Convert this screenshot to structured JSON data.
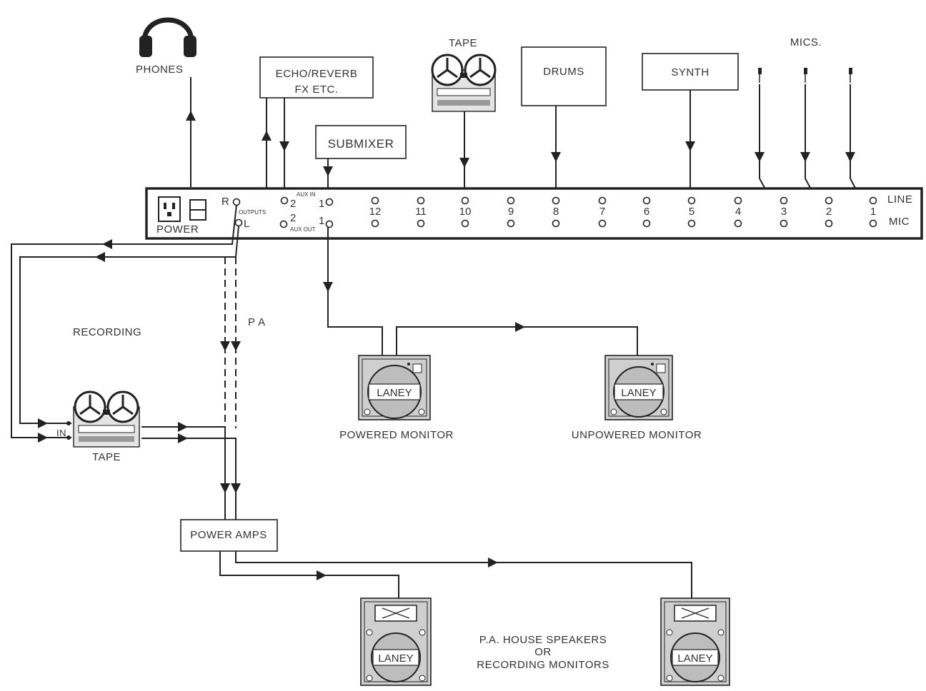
{
  "labels": {
    "phones": "PHONES",
    "echo_line1": "ECHO/REVERB",
    "echo_line2": "FX ETC.",
    "submixer": "SUBMIXER",
    "tape_top": "TAPE",
    "drums": "DRUMS",
    "synth": "SYNTH",
    "mics": "MICS.",
    "power": "POWER",
    "out_r": "R",
    "out_l": "L",
    "outputs": "OUTPUTS",
    "aux_in": "AUX IN",
    "aux_out": "AUX OUT",
    "aux_2_in": "2",
    "aux_1_in": "1",
    "aux_2_out": "2",
    "aux_1_out": "1",
    "line": "LINE",
    "mic": "MIC",
    "recording": "RECORDING",
    "pa": "P A",
    "in": "IN",
    "tape_bottom": "TAPE",
    "powered_monitor": "POWERED MONITOR",
    "unpowered_monitor": "UNPOWERED MONITOR",
    "power_amps": "POWER AMPS",
    "house_line1": "P.A. HOUSE SPEAKERS",
    "house_line2": "OR",
    "house_line3": "RECORDING MONITORS",
    "laney": "LANEY"
  },
  "channels": [
    "12",
    "11",
    "10",
    "9",
    "8",
    "7",
    "6",
    "5",
    "4",
    "3",
    "2",
    "1"
  ],
  "colors": {
    "ink": "#222222",
    "cabinet_fill": "#cfcfcf",
    "cone_fill": "#bdbdbd",
    "paper": "#ffffff"
  }
}
